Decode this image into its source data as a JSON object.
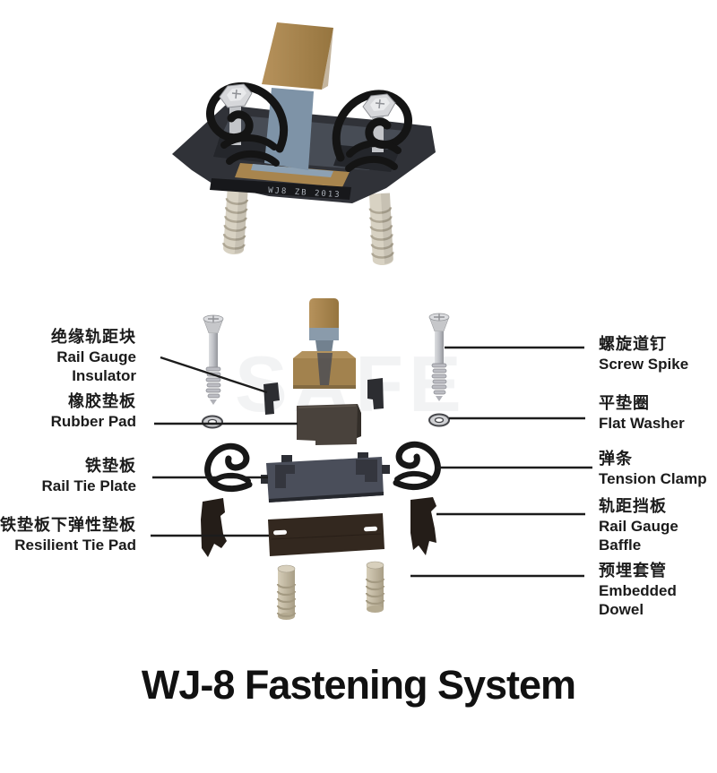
{
  "title": "WJ-8 Fastening System",
  "watermark": "SAFE",
  "assembled": {
    "engraving": "WJ8  ZB 2013"
  },
  "labels": {
    "left": [
      {
        "zh": "绝缘轨距块",
        "en": "Rail Gauge Insulator"
      },
      {
        "zh": "橡胶垫板",
        "en": "Rubber Pad"
      },
      {
        "zh": "铁垫板",
        "en": "Rail Tie Plate"
      },
      {
        "zh": "铁垫板下弹性垫板",
        "en": "Resilient Tie  Pad"
      }
    ],
    "right": [
      {
        "zh": "螺旋道钉",
        "en": "Screw Spike"
      },
      {
        "zh": "平垫圈",
        "en": "Flat Washer"
      },
      {
        "zh": "弹条",
        "en": "Tension Clamp"
      },
      {
        "zh": "轨距挡板",
        "en": "Rail Gauge Baffle"
      },
      {
        "zh": "预埋套管",
        "en": "Embedded Dowel"
      }
    ]
  },
  "colors": {
    "rail_tan": "#ab8750",
    "rail_blue": "#7e93a7",
    "plate_dark": "#303238",
    "tie_plate_slate": "#4a4e5a",
    "rubber_pad": "#49423c",
    "resilient_pad": "#33281f",
    "baffle": "#241d18",
    "clamp": "#171717",
    "screw_gray": "#c6c7ca",
    "dowel_beige": "#c7bda8",
    "leader_line": "#1c1c1c",
    "text": "#1c1c1c"
  }
}
